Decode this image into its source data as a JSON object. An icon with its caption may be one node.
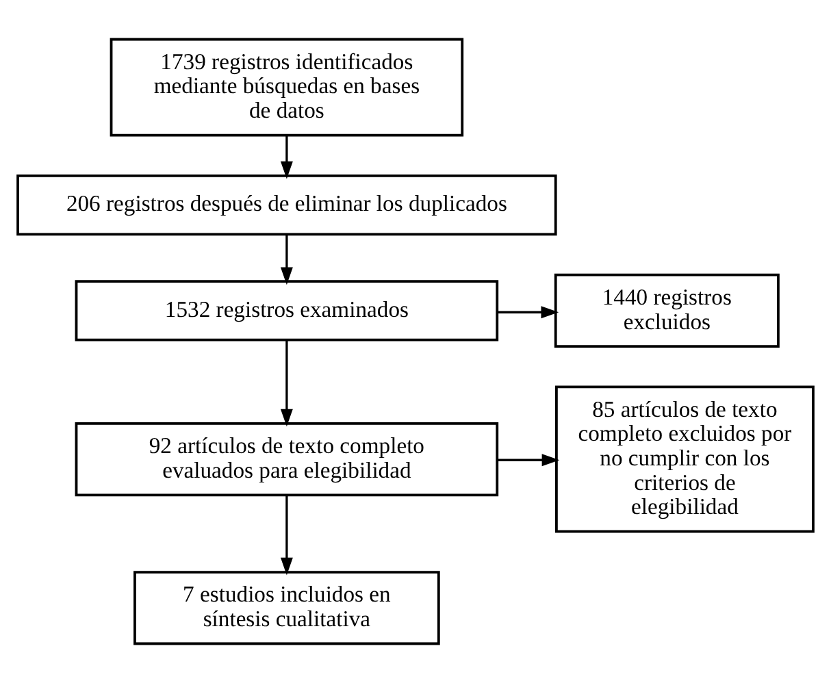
{
  "diagram": {
    "nodes": [
      {
        "text": [
          "1739 registros identificados mediante búsquedas en bases de datos"
        ]
      },
      {
        "text": [
          "206 registros después de eliminar los duplicados"
        ]
      },
      {
        "text": [
          "1532 registros examinados"
        ]
      },
      {
        "text": [
          "1440 registros excluidos"
        ]
      },
      {
        "text": [
          "92 artículos de texto completo evaluados para elegibilidad"
        ]
      },
      {
        "text": [
          "85 artículos de texto completo excluidos por no cumplir con los criterios de elegibilidad"
        ]
      },
      {
        "text": [
          "7 estudios incluidos en síntesis cualitativa"
        ]
      }
    ],
    "edges": [
      {
        "from": 0,
        "to": 1,
        "arrow": "to"
      },
      {
        "from": 1,
        "to": 2,
        "arrow": "to"
      },
      {
        "from": 2,
        "to": 3,
        "arrow": "to"
      },
      {
        "from": 2,
        "to": 4,
        "arrow": "to"
      },
      {
        "from": 4,
        "to": 5,
        "arrow": "to"
      },
      {
        "from": 4,
        "to": 6,
        "arrow": "to"
      }
    ]
  }
}
